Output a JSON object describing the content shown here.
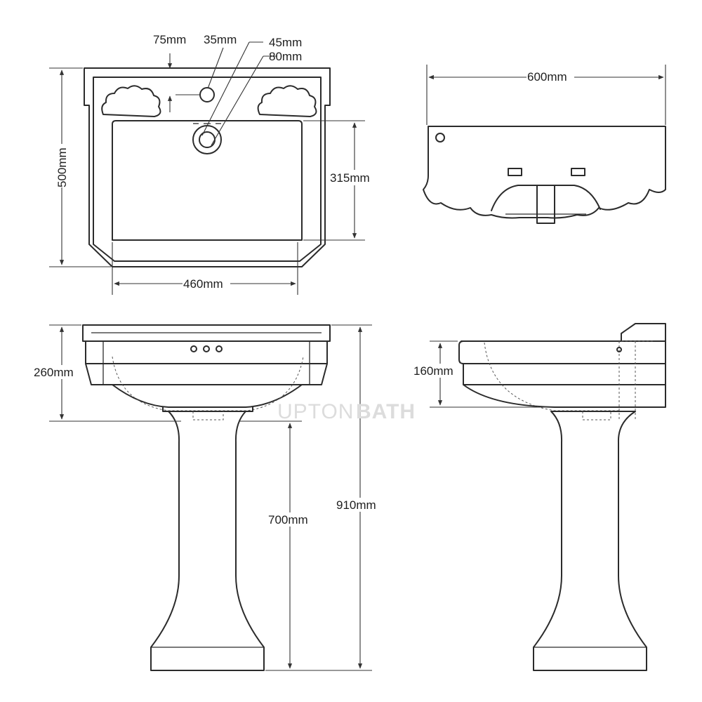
{
  "watermark": {
    "light": "UPTON",
    "bold": "BATH"
  },
  "dimensions": {
    "tap_hole_inset": "75mm",
    "tap_hole_diameter": "35mm",
    "overflow_diameter": "45mm",
    "overflow_offset": "80mm",
    "basin_depth": "500mm",
    "bowl_length": "315mm",
    "bowl_width": "460mm",
    "basin_width": "600mm",
    "basin_height": "260mm",
    "side_height": "160mm",
    "pedestal_height": "700mm",
    "overall_height": "910mm"
  },
  "colors": {
    "line": "#2b2b2b",
    "watermark": "#dcdcdc",
    "background": "#ffffff"
  }
}
